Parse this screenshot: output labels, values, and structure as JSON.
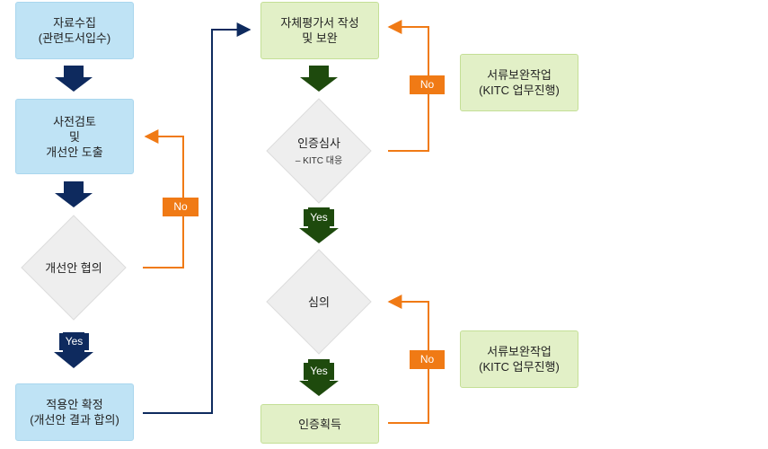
{
  "nodes": {
    "collect": [
      "자료수집",
      "(관련도서입수)"
    ],
    "precheck": [
      "사전검토",
      "및",
      "개선안 도출"
    ],
    "improve_consult": "개선안 협의",
    "confirm": [
      "적용안 확정",
      "(개선안 결과 합의)"
    ],
    "self_eval": [
      "자체평가서 작성",
      "및 보완"
    ],
    "cert_review": "인증심사",
    "cert_review_sub": "– KITC 대응",
    "deliberation": "심의",
    "acquire": "인증획득",
    "supplement_1": [
      "서류보완작업",
      "(KITC 업무진행)"
    ],
    "supplement_2": [
      "서류보완작업",
      "(KITC 업무진행)"
    ]
  },
  "labels": {
    "no": "No",
    "yes": "Yes"
  },
  "colors": {
    "blue_box": "#bfe3f5",
    "green_box": "#e2f0c7",
    "diamond": "#eeeeee",
    "navy_arrow": "#0e2a5e",
    "green_arrow": "#1e4a0d",
    "orange": "#f07a15"
  }
}
